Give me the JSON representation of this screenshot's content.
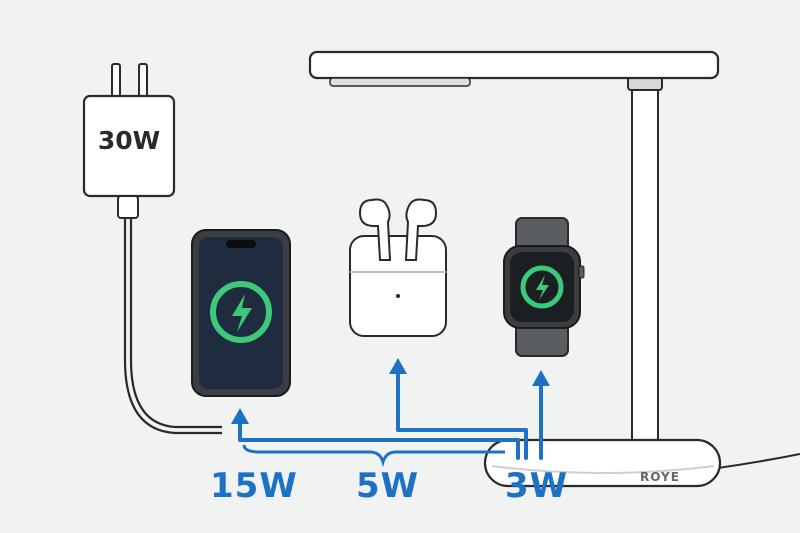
{
  "adapter": {
    "label": "30W"
  },
  "outputs": [
    {
      "label": "15W"
    },
    {
      "label": "5W"
    },
    {
      "label": "3W"
    }
  ],
  "base": {
    "brand": "ROYE"
  },
  "colors": {
    "arrow": "#1d72c6",
    "charge_ring": "#3cc97a",
    "phone_screen": "#1f2b3e",
    "watch_screen": "#1b1e23",
    "outline": "#2a2a2a"
  }
}
